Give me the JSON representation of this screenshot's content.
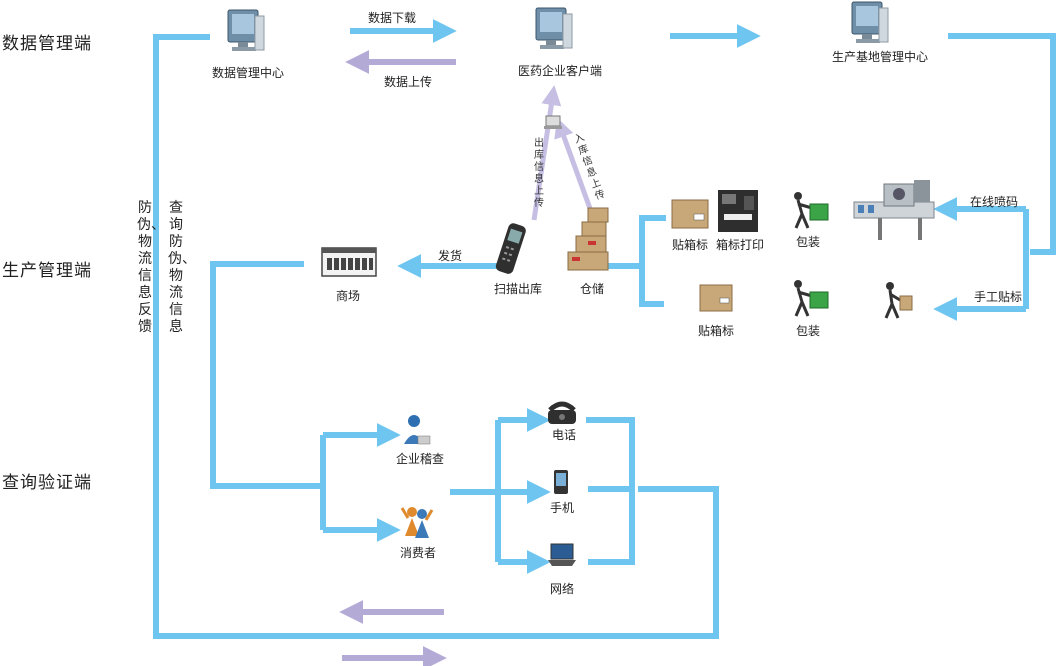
{
  "sections": {
    "data_mgmt": "数据管理端",
    "production_mgmt": "生产管理端",
    "query_verify": "查询验证端"
  },
  "nodes": {
    "data_center": "数据管理中心",
    "pharma_client": "医药企业客户端",
    "base_center": "生产基地管理中心",
    "mall": "商场",
    "scan_out": "扫描出库",
    "storage": "仓储",
    "label_box_1": "贴箱标",
    "label_print": "箱标打印",
    "pack_1": "包装",
    "label_box_2": "贴箱标",
    "pack_2": "包装",
    "enterprise_audit": "企业稽查",
    "consumer": "消费者",
    "phone": "电话",
    "mobile": "手机",
    "network": "网络"
  },
  "flows": {
    "download": "数据下载",
    "upload": "数据上传",
    "ship": "发货",
    "online_spray": "在线喷码",
    "manual_label": "手工贴标",
    "out_upload": "出库信息上传",
    "in_upload": "入库信息上传",
    "feedback": "防伪、物流信息反馈",
    "query": "查询防伪、物流信息"
  },
  "colors": {
    "flow_line": "#6ec6f0",
    "return_arrow": "#b3aad6",
    "icon_dark": "#333333",
    "box": "#c8a878"
  }
}
